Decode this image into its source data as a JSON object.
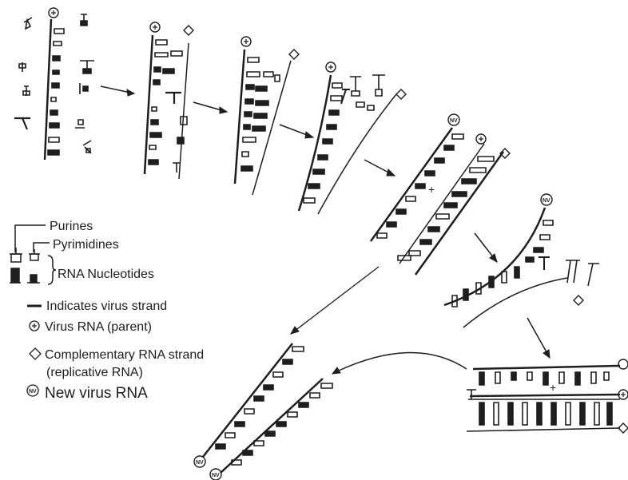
{
  "diagram": {
    "legend": {
      "purines": "Purines",
      "pyrimidines": "Pyrimidines",
      "rna_nucleotides": "RNA Nucleotides",
      "virus_strand": "Indicates virus strand",
      "virus_rna_parent": "Virus RNA (parent)",
      "complementary_line1": "Complementary RNA strand",
      "complementary_line2": "(replicative RNA)",
      "new_virus_rna": "New virus RNA"
    },
    "symbols": {
      "parent": "+",
      "complementary": "◇",
      "new": "NV",
      "plus": "+"
    }
  }
}
